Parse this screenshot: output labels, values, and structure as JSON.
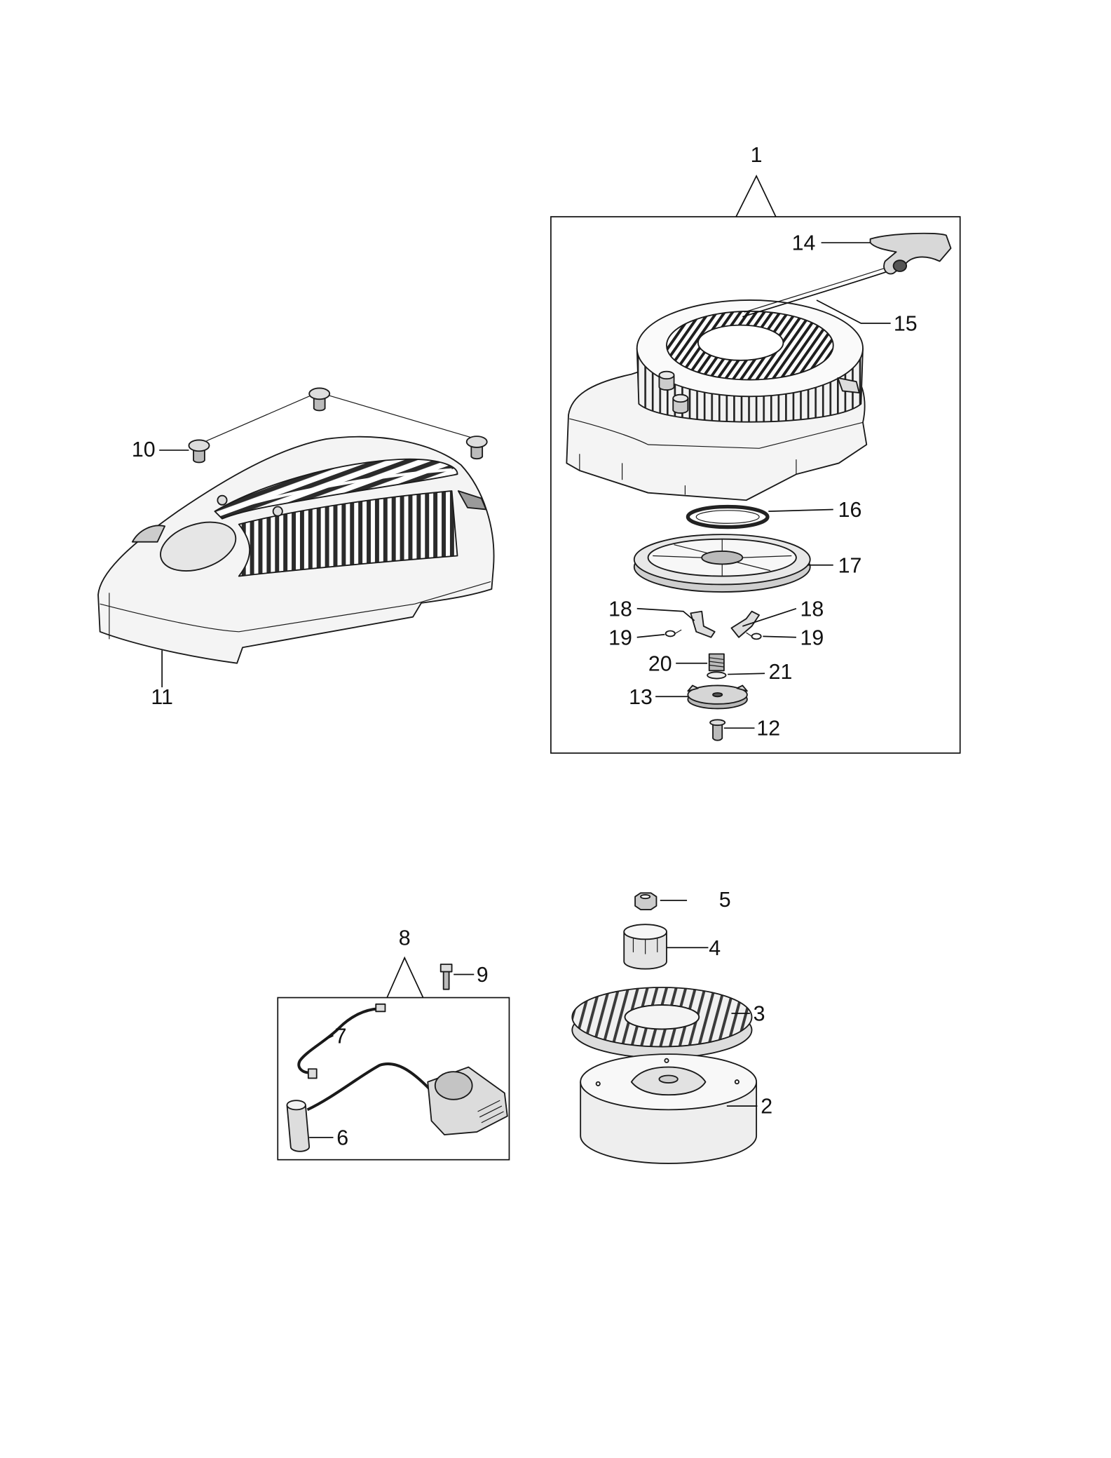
{
  "callouts": {
    "c1": "1",
    "c2": "2",
    "c3": "3",
    "c4": "4",
    "c5": "5",
    "c6": "6",
    "c7": "7",
    "c8": "8",
    "c9": "9",
    "c10": "10",
    "c11": "11",
    "c12": "12",
    "c13": "13",
    "c14": "14",
    "c15": "15",
    "c16": "16",
    "c17": "17",
    "c18a": "18",
    "c18b": "18",
    "c19a": "19",
    "c19b": "19",
    "c20": "20",
    "c21": "21"
  },
  "colors": {
    "line": "#111111",
    "part_fill": "#f4f4f4",
    "shade": "#cfcfcf"
  }
}
